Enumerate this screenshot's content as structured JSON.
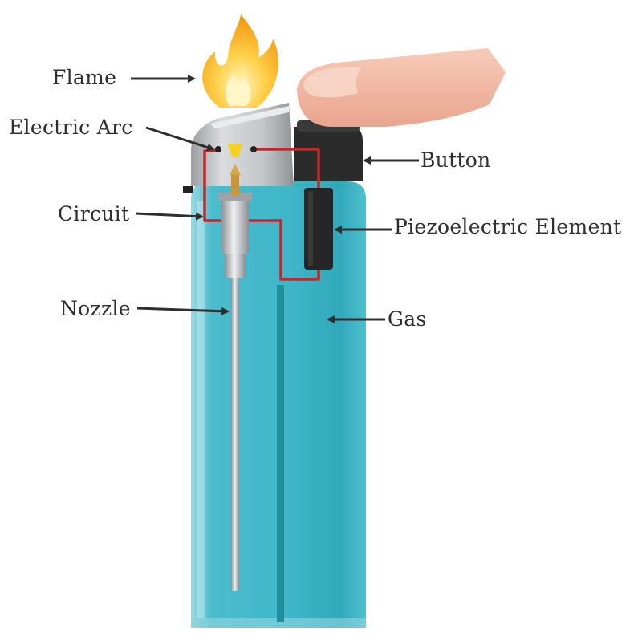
{
  "labels": {
    "flame": "Flame",
    "electric_arc": "Electric Arc",
    "button": "Button",
    "circuit": "Circuit",
    "piezoelectric_element": "Piezoelectric Element",
    "nozzle": "Nozzle",
    "gas": "Gas"
  },
  "colors": {
    "body": "#3fb6c9",
    "body_dark": "#2a9fb2",
    "body_light": "#8fd6e0",
    "cap": "#bfc2c4",
    "button": "#2b2b2b",
    "circuit_wire": "#c0282a",
    "piezo": "#262626",
    "nozzle_metal": "#b7bcc0",
    "brass": "#d6a84a",
    "flame_outer": "#f6b21e",
    "flame_inner": "#fff3b0",
    "finger": "#f2b9a4",
    "arrow": "#2f2f2f"
  }
}
